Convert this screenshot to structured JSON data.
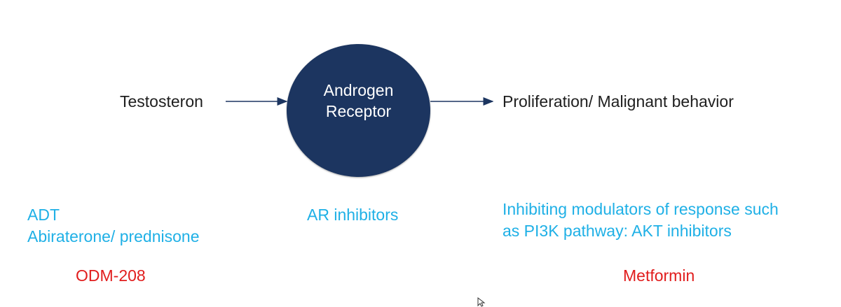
{
  "flow": {
    "input": "Testosteron",
    "receptor_line1": "Androgen",
    "receptor_line2": "Receptor",
    "output": "Proliferation/ Malignant behavior"
  },
  "left": {
    "line1": "ADT",
    "line2": "Abiraterone/ prednisone",
    "red": "ODM-208"
  },
  "middle": {
    "line1": "AR inhibitors"
  },
  "right": {
    "line1": "Inhibiting modulators of response such",
    "line2": "as PI3K pathway: AKT inhibitors",
    "red": "Metformin"
  },
  "colors": {
    "receptor": "#1c3560",
    "blue_text": "#1fb0e6",
    "red_text": "#e11d1d",
    "arrow": "#1c3560"
  }
}
